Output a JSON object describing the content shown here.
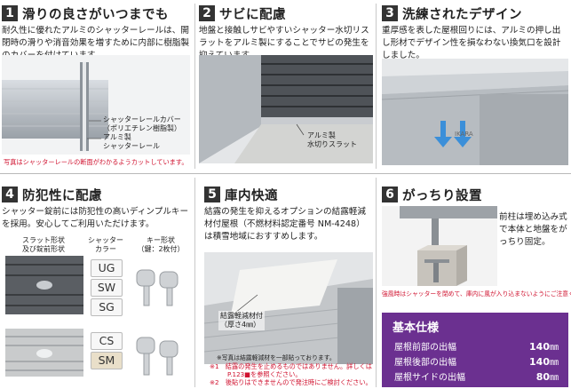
{
  "panel1": {
    "num": "1",
    "title": "滑りの良さがいつまでも",
    "desc": "耐久性に優れたアルミのシャッターレールは、開閉時の滑りや消音効果を増すために内部に樹脂製のカバーを付けています。",
    "callout_cover_1": "シャッターレールカバー",
    "callout_cover_2": "（ポリエチレン樹脂製）",
    "callout_rail_1": "アルミ製",
    "callout_rail_2": "シャッターレール",
    "note": "写真はシャッターレールの断面がわかるようカットしています。"
  },
  "panel2": {
    "num": "2",
    "title": "サビに配慮",
    "desc": "地盤と接触しサビやすいシャッター水切リスラットをアルミ製にすることでサビの発生を抑えています。",
    "callout_1": "アルミ製",
    "callout_2": "水切りスラット"
  },
  "panel3": {
    "num": "3",
    "title": "洗練されたデザイン",
    "desc": "重厚感を表した屋根回りには、アルミの押し出し形材でデザイン性を損なわない換気口を設計しました。",
    "brand": "IKARA"
  },
  "panel4": {
    "num": "4",
    "title": "防犯性に配慮",
    "desc": "シャッター錠前には防犯性の高いディンプルキーを採用。安心してご利用いただけます。",
    "col1_1": "スラット形状",
    "col1_2": "及び錠前形状",
    "col2_1": "シャッター",
    "col2_2": "カラー",
    "col3_1": "キー形状",
    "col3_2": "（鍵：2枚付）",
    "colors_top": [
      "UG",
      "SW",
      "SG"
    ],
    "colors_bottom": [
      "CS",
      "SM"
    ]
  },
  "panel5": {
    "num": "5",
    "title": "庫内快適",
    "desc": "結露の発生を抑えるオプションの結露軽減材付屋根（不燃材料認定番号 NM-4248）は積雪地域におすすめします。",
    "callout_1": "結露軽減材付",
    "callout_2": "（厚さ4㎜）",
    "photo_note": "※写真は結露軽減材を一部貼っております。",
    "foot_1": "※1　結露の発生を止めるものではありません。詳しくは",
    "foot_2": "P.123■を参照ください。",
    "foot_3": "※2　後貼りはできませんので発注時にご検討ください。"
  },
  "panel6": {
    "num": "6",
    "title": "がっちり設置",
    "desc": "前柱は埋め込み式で本体と地盤をがっちり固定。",
    "note": "強風時はシャッターを閉めて、庫内に風が入り込まないようにご注意ください。"
  },
  "spec": {
    "title": "基本仕様",
    "rows": [
      {
        "label": "屋根前部の出幅",
        "value": "140",
        "unit": "㎜"
      },
      {
        "label": "屋根後部の出幅",
        "value": "140",
        "unit": "㎜"
      },
      {
        "label": "屋根サイドの出幅",
        "value": "80",
        "unit": "㎜"
      }
    ]
  },
  "colors": {
    "spec_bg": "#6b3090",
    "note_red": "#d0122f",
    "arrow_blue": "#3b8fd9"
  }
}
